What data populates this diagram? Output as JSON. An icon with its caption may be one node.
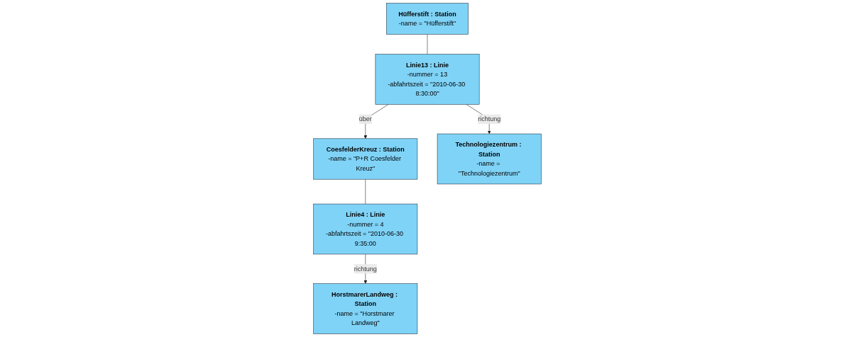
{
  "diagram": {
    "nodes": [
      {
        "text": [
          "Hüfferstift : Station",
          "-name = \"Hüfferstift\""
        ]
      },
      {
        "text": [
          "CoesfelderKreuz : Station",
          "-name = \"P+R Coesfelder Kreuz\""
        ]
      },
      {
        "text": [
          "HorstmarerLandweg : Station",
          "-name = \"Horstmarer Landweg\""
        ]
      },
      {
        "text": [
          "Linie13 : Linie",
          "-nummer = 13",
          "-abfahrtszeit = \"2010-06-30 8:30:00\""
        ]
      },
      {
        "text": [
          "Linie4 : Linie",
          "-nummer = 4",
          "-abfahrtszeit = \"2010-06-30 9:35:00"
        ]
      },
      {
        "text": [
          "Technologiezentrum : Station",
          "-name = \"Technologiezentrum\""
        ]
      }
    ],
    "edges": [
      {
        "from": 0,
        "to": 3,
        "arrow": "none"
      },
      {
        "from": 3,
        "to": 1,
        "arrow": "to",
        "label": "über"
      },
      {
        "from": 1,
        "to": 4,
        "arrow": "none"
      },
      {
        "from": 4,
        "to": 2,
        "arrow": "to",
        "label": "richtung"
      },
      {
        "from": 3,
        "to": 5,
        "arrow": "to",
        "label": "richtung"
      }
    ]
  }
}
